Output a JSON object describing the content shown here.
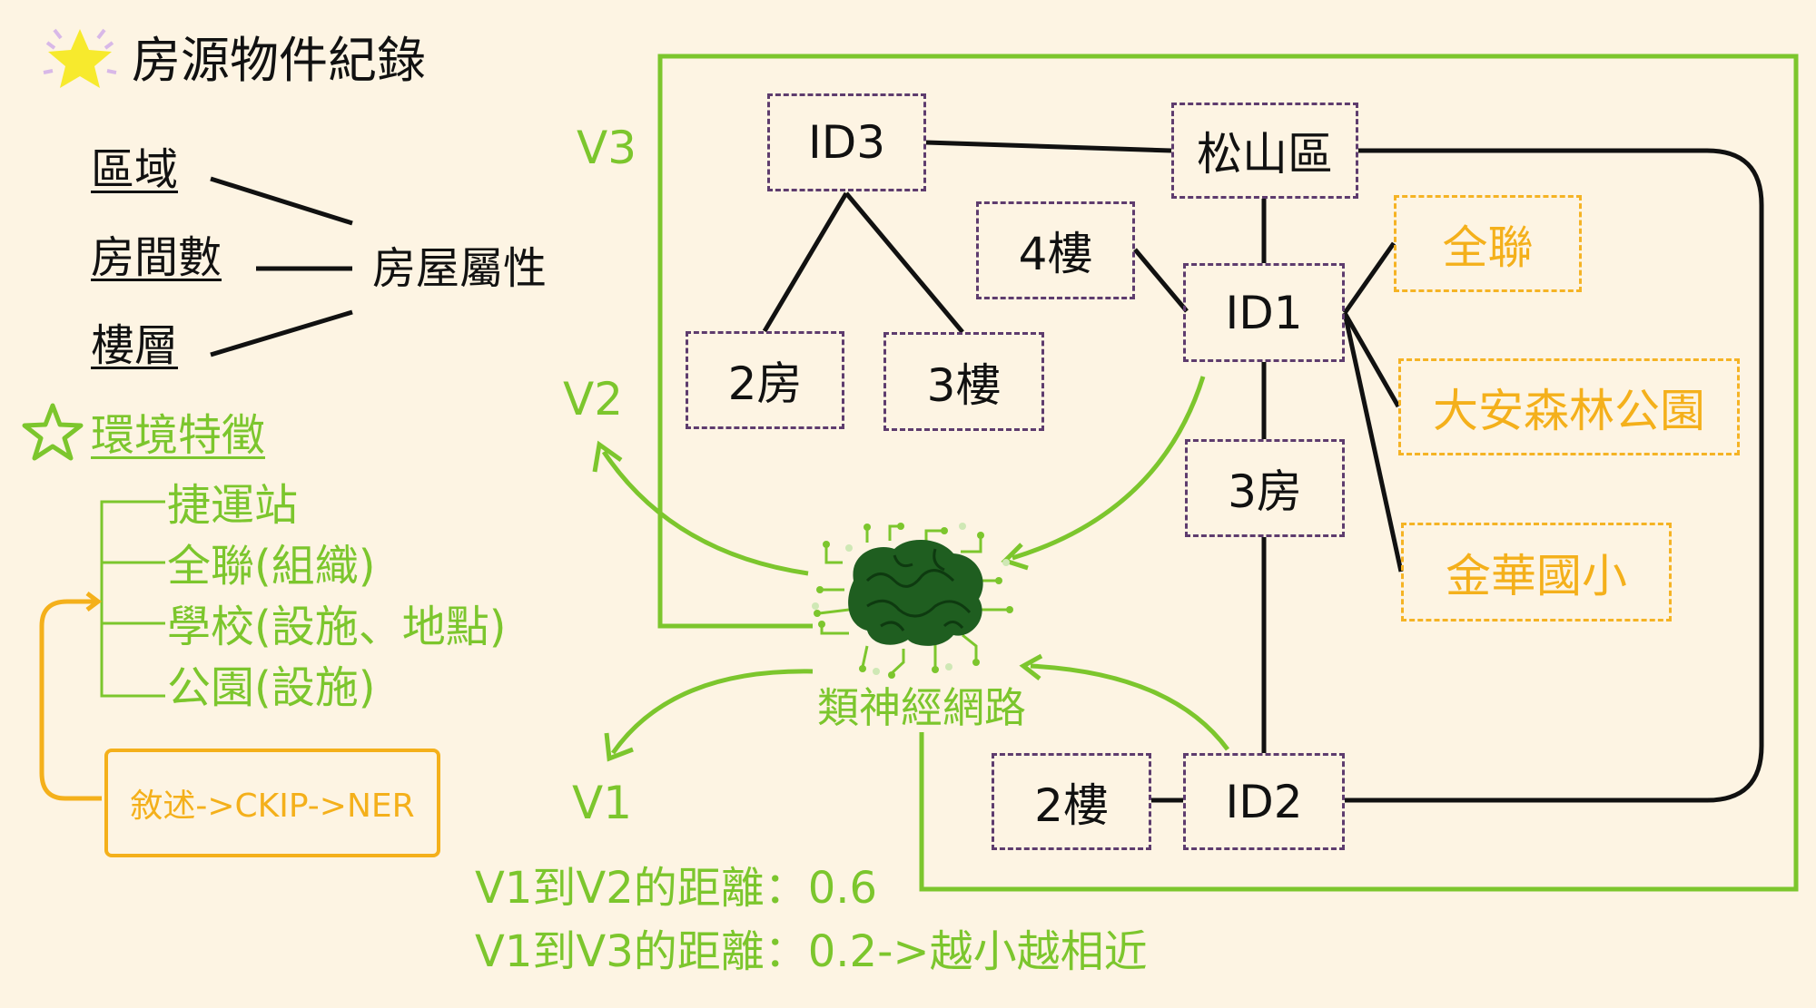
{
  "title": "房源物件紀錄",
  "attributes": {
    "items": [
      "區域",
      "房間數",
      "樓層"
    ],
    "group_label": "房屋屬性"
  },
  "environment": {
    "heading": "環境特徵",
    "items": [
      "捷運站",
      "全聯(組織)",
      "學校(設施、地點)",
      "公園(設施)"
    ]
  },
  "pipeline_label": "敘述->CKIP->NER",
  "vectors": {
    "v1": "V1",
    "v2": "V2",
    "v3": "V3"
  },
  "neural_net_label": "類神經網路",
  "graph_nodes": {
    "id3": "ID3",
    "songshan": "松山區",
    "floor4": "4樓",
    "id1": "ID1",
    "room2": "2房",
    "floor3": "3樓",
    "room3": "3房",
    "id2": "ID2",
    "floor2": "2樓",
    "quanlian": "全聯",
    "daan_park": "大安森林公園",
    "jinhua_school": "金華國小"
  },
  "distances": [
    "V1到V2的距離：0.6",
    "V1到V3的距離：0.2->越小越相近"
  ],
  "colors": {
    "background": "#fdf4e3",
    "green": "#7cc62d",
    "orange": "#f4b01b",
    "purple": "#5e3c6e",
    "brain": "#1f5e20"
  }
}
